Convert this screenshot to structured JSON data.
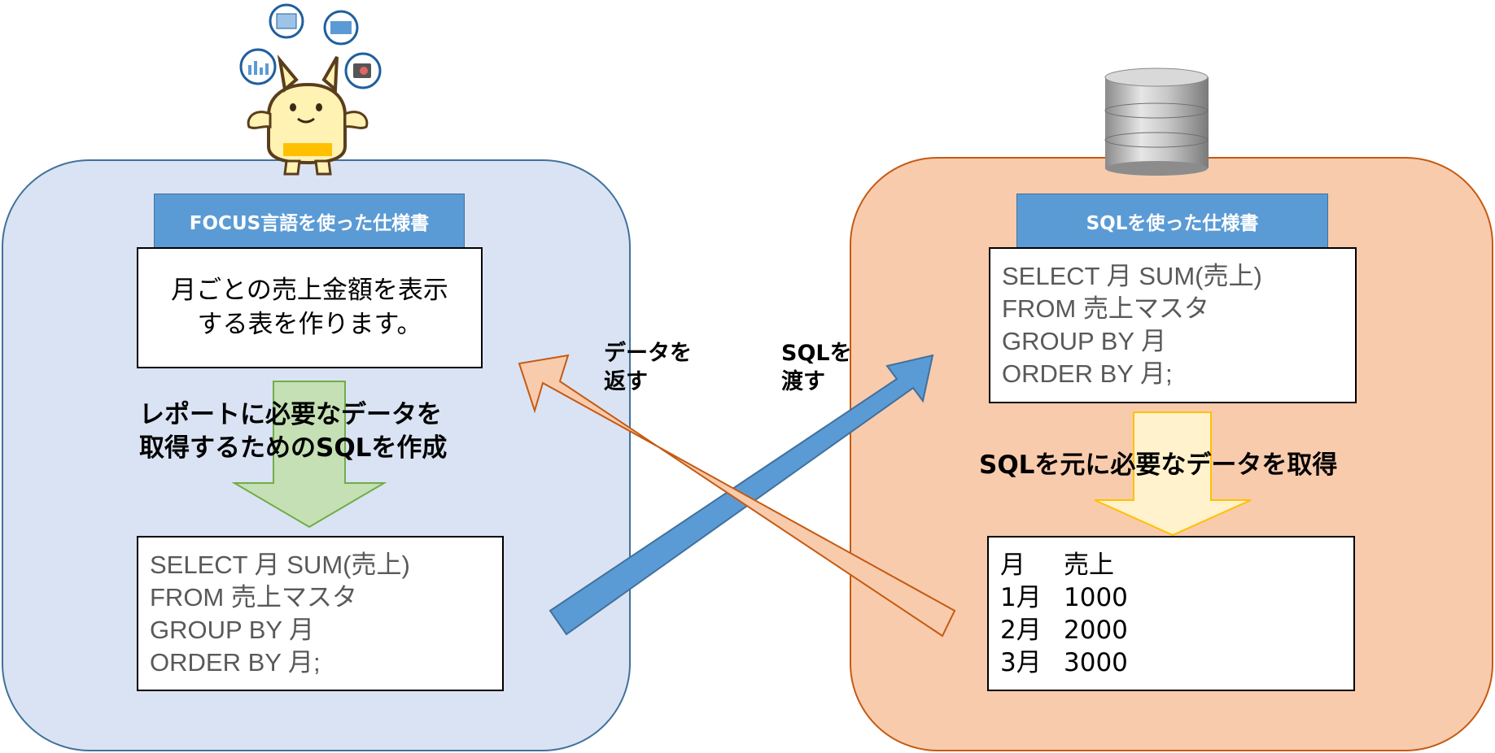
{
  "left_panel": {
    "header": "FOCUS言語を使った仕様書",
    "spec_line1": "月ごとの売上金額を表示",
    "spec_line2": "する表を作ります。",
    "step_line1": "レポートに必要なデータを",
    "step_line2": "取得するためのSQLを作成",
    "sql_lines": [
      "SELECT 月 SUM(売上)",
      "FROM 売上マスタ",
      "GROUP BY 月",
      "ORDER BY 月;"
    ]
  },
  "right_panel": {
    "header": "SQLを使った仕様書",
    "sql_lines": [
      "SELECT 月 SUM(売上)",
      "FROM 売上マスタ",
      "GROUP BY 月",
      "ORDER BY 月;"
    ],
    "step_label": "SQLを元に必要なデータを取得",
    "result_table": {
      "columns": [
        "月",
        "売上"
      ],
      "rows": [
        [
          "1月",
          "1000"
        ],
        [
          "2月",
          "2000"
        ],
        [
          "3月",
          "3000"
        ]
      ]
    }
  },
  "arrows": {
    "return_line1": "データを",
    "return_line2": "返す",
    "send_line1": "SQLを",
    "send_line2": "渡す"
  },
  "colors": {
    "left_panel_fill": "#dae3f3",
    "right_panel_fill": "#f8cbad",
    "header_fill": "#5b9bd5",
    "send_arrow": "#5b9bd5",
    "return_arrow": "#f8cbad",
    "green_arrow": "#c5e0b4",
    "yellow_arrow": "#fff2cc"
  }
}
